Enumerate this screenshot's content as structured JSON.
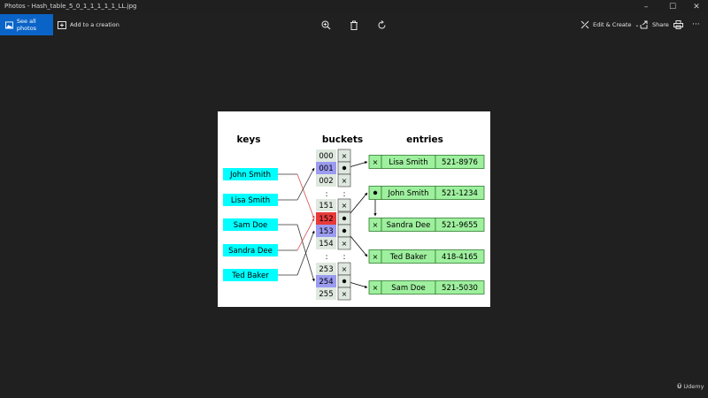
{
  "window": {
    "title": "Photos - Hash_table_5_0_1_1_1_1_1_LL.jpg"
  },
  "toolbar": {
    "see_all_photos": "See all photos",
    "add_to_creation": "Add to a creation",
    "edit_create": "Edit & Create",
    "share": "Share"
  },
  "diagram": {
    "headers": {
      "keys": "keys",
      "buckets": "buckets",
      "entries": "entries"
    },
    "keys": [
      "John Smith",
      "Lisa Smith",
      "Sam Doe",
      "Sandra Dee",
      "Ted Baker"
    ],
    "buckets": [
      "000",
      "001",
      "002",
      ":",
      "151",
      "152",
      "153",
      "154",
      ":",
      "253",
      "254",
      "255"
    ],
    "entries": [
      {
        "name": "Lisa Smith",
        "phone": "521-8976"
      },
      {
        "name": "John Smith",
        "phone": "521-1234"
      },
      {
        "name": "Sandra Dee",
        "phone": "521-9655"
      },
      {
        "name": "Ted Baker",
        "phone": "418-4165"
      },
      {
        "name": "Sam Doe",
        "phone": "521-5030"
      }
    ],
    "null_mark": "×",
    "colors": {
      "key_fill": "#00ffff",
      "bucket_fill": "#dfe8df",
      "bucket_highlight": "#9b9bf0",
      "bucket_collision": "#e83a3a",
      "entry_fill": "#9ef09e",
      "entry_border": "#2e7d2e",
      "link_red": "#d84a4a"
    }
  },
  "watermark": "Udemy"
}
